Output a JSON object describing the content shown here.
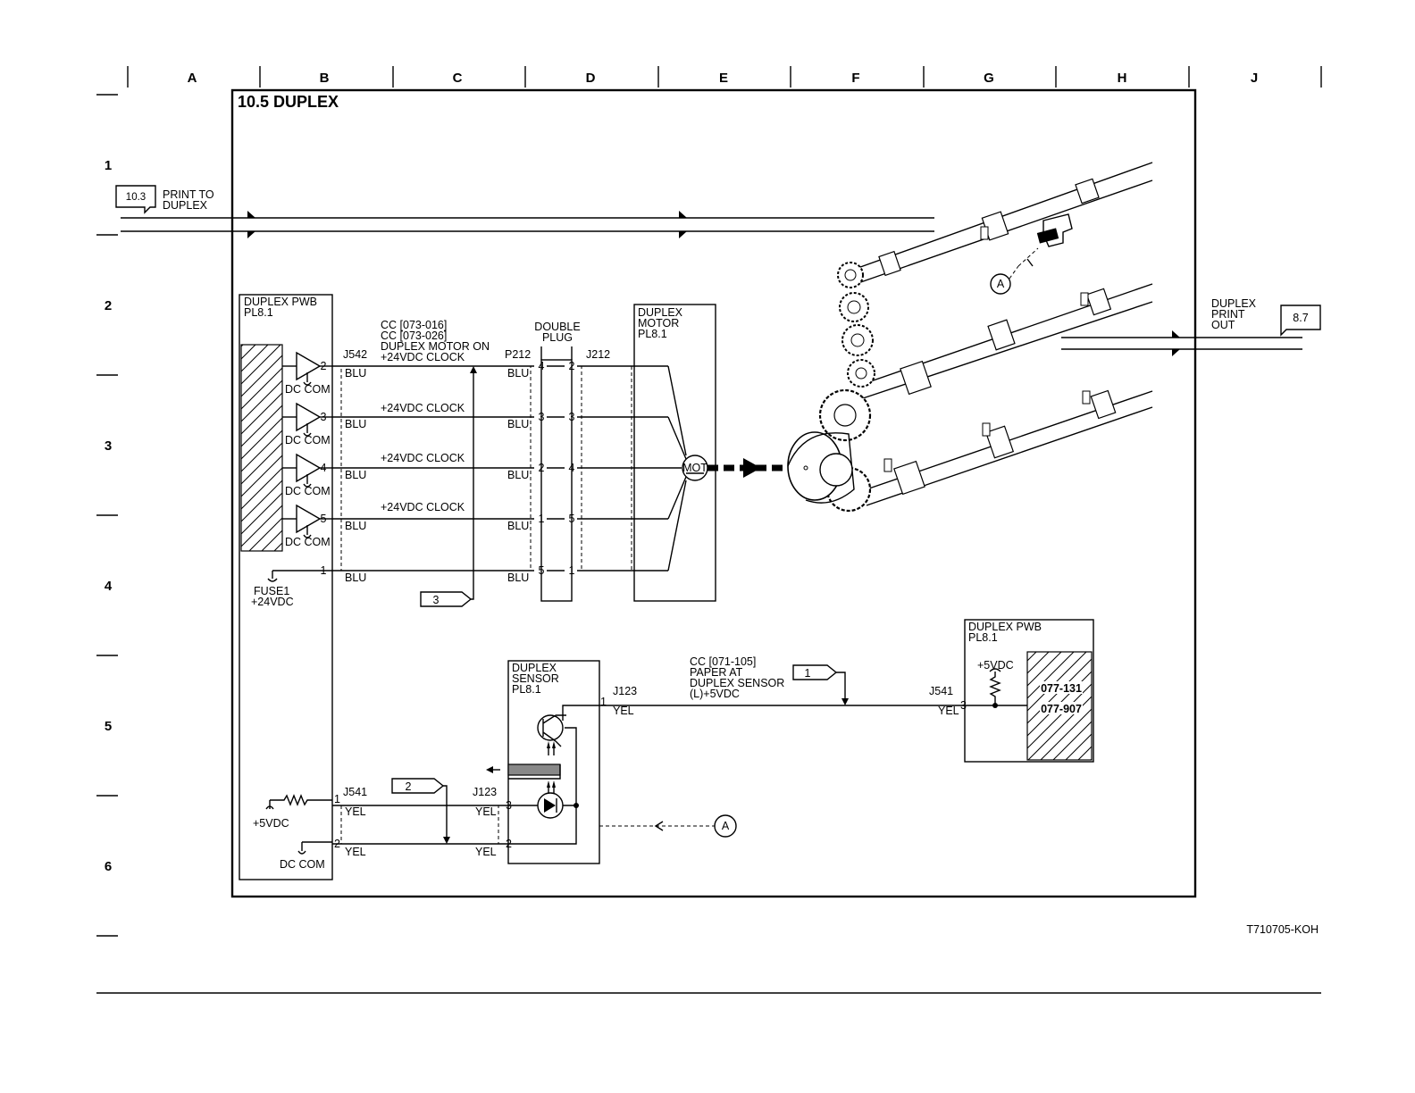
{
  "title": "10.5 DUPLEX",
  "figure_id": "T710705-KOH",
  "grid": {
    "columns": [
      "A",
      "B",
      "C",
      "D",
      "E",
      "F",
      "G",
      "H",
      "J"
    ],
    "rows": [
      "1",
      "2",
      "3",
      "4",
      "5",
      "6"
    ]
  },
  "refs": {
    "in_ref": "10.3",
    "in_label_1": "PRINT TO",
    "in_label_2": "DUPLEX",
    "out_ref": "8.7",
    "out_label_1": "DUPLEX",
    "out_label_2": "PRINT",
    "out_label_3": "OUT"
  },
  "pwb_left": {
    "title_1": "DUPLEX PWB",
    "title_2": "PL8.1",
    "dc_com": [
      "DC COM",
      "DC COM",
      "DC COM",
      "DC COM"
    ],
    "fuse_1": "FUSE1",
    "fuse_2": "+24VDC",
    "vdc5": "+5VDC",
    "dc_com_bottom": "DC COM"
  },
  "motor_section": {
    "conn_j542": "J542",
    "conn_p212": "P212",
    "conn_j212": "J212",
    "cc_1": "CC [073-016]",
    "cc_2": "CC [073-026]",
    "cc_3": "DUPLEX MOTOR ON",
    "cc_4": "+24VDC CLOCK",
    "clock_labels": [
      "+24VDC CLOCK",
      "+24VDC CLOCK",
      "+24VDC CLOCK"
    ],
    "double_plug_1": "DOUBLE",
    "double_plug_2": "PLUG",
    "motor_1": "DUPLEX",
    "motor_2": "MOTOR",
    "motor_3": "PL8.1",
    "mot": "MOT",
    "wire_color": "BLU",
    "j542_pins": [
      "2",
      "3",
      "4",
      "5",
      "1"
    ],
    "p212_pins": [
      "4",
      "3",
      "2",
      "1",
      "5"
    ],
    "j212_pins": [
      "2",
      "3",
      "4",
      "5",
      "1"
    ],
    "flag_3": "3"
  },
  "sensor_section": {
    "sensor_1": "DUPLEX",
    "sensor_2": "SENSOR",
    "sensor_3": "PL8.1",
    "conn_j123": "J123",
    "conn_j541": "J541",
    "wire_color": "YEL",
    "pin_1": "1",
    "pin_2": "2",
    "pin_3": "3",
    "cc_1": "CC [071-105]",
    "cc_2": "PAPER AT",
    "cc_3": "DUPLEX SENSOR",
    "cc_4": "(L)+5VDC",
    "flag_1": "1",
    "flag_2": "2",
    "callout_a": "A"
  },
  "pwb_right": {
    "title_1": "DUPLEX PWB",
    "title_2": "PL8.1",
    "vdc5": "+5VDC",
    "conn": "J541",
    "pin": "3",
    "code_1": "077-131",
    "code_2": "077-907"
  }
}
